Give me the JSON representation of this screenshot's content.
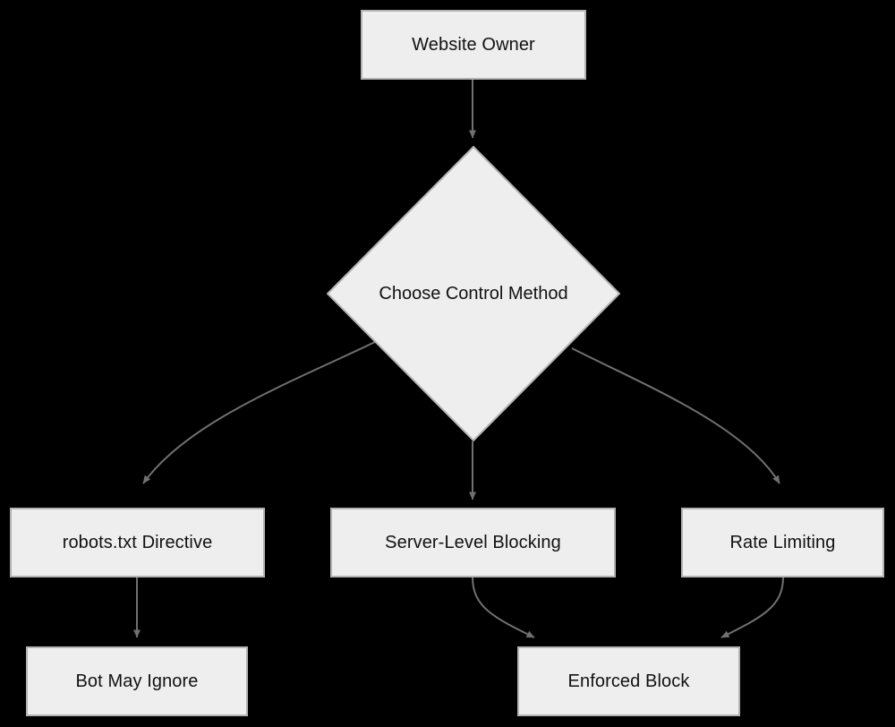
{
  "diagram": {
    "title": "Website Owner bot control flowchart",
    "background_color": "#000000",
    "node_fill": "#eeeeee",
    "node_border": "#b3b3b3",
    "edge_color": "#707070",
    "text_color": "#111111",
    "nodes": [
      {
        "id": "website-owner",
        "label": "Website Owner",
        "shape": "rectangle"
      },
      {
        "id": "choose-control-method",
        "label": "Choose Control Method",
        "shape": "diamond"
      },
      {
        "id": "robots-txt-directive",
        "label": "robots.txt Directive",
        "shape": "rectangle"
      },
      {
        "id": "server-level-blocking",
        "label": "Server-Level Blocking",
        "shape": "rectangle"
      },
      {
        "id": "rate-limiting",
        "label": "Rate Limiting",
        "shape": "rectangle"
      },
      {
        "id": "bot-may-ignore",
        "label": "Bot May Ignore",
        "shape": "rectangle"
      },
      {
        "id": "enforced-block",
        "label": "Enforced Block",
        "shape": "rectangle"
      }
    ],
    "edges": [
      {
        "id": "edge-owner-to-choose",
        "from": "website-owner",
        "to": "choose-control-method",
        "label": "",
        "style": "straight-arrow"
      },
      {
        "id": "edge-choose-to-robots",
        "from": "choose-control-method",
        "to": "robots-txt-directive",
        "label": "",
        "style": "curved-arrow"
      },
      {
        "id": "edge-choose-to-server",
        "from": "choose-control-method",
        "to": "server-level-blocking",
        "label": "",
        "style": "straight-arrow"
      },
      {
        "id": "edge-choose-to-rate",
        "from": "choose-control-method",
        "to": "rate-limiting",
        "label": "",
        "style": "curved-arrow"
      },
      {
        "id": "edge-robots-to-bot-ignore",
        "from": "robots-txt-directive",
        "to": "bot-may-ignore",
        "label": "",
        "style": "straight-arrow"
      },
      {
        "id": "edge-server-to-enforced",
        "from": "server-level-blocking",
        "to": "enforced-block",
        "label": "",
        "style": "curved-arrow"
      },
      {
        "id": "edge-rate-to-enforced",
        "from": "rate-limiting",
        "to": "enforced-block",
        "label": "",
        "style": "curved-arrow"
      }
    ]
  }
}
